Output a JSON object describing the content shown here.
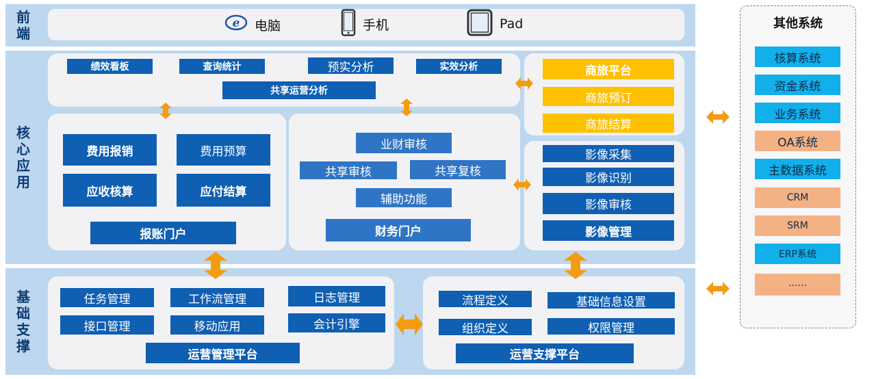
{
  "layers": {
    "front": {
      "label": [
        "前",
        "端"
      ]
    },
    "core": {
      "label": [
        "核",
        "心",
        "应",
        "用"
      ]
    },
    "base": {
      "label": [
        "基",
        "础",
        "支",
        "撑"
      ]
    }
  },
  "front": {
    "items": [
      {
        "icon": "ie-icon",
        "label": "电脑"
      },
      {
        "icon": "phone-icon",
        "label": "手机"
      },
      {
        "icon": "tablet-icon",
        "label": "Pad"
      }
    ]
  },
  "analysis": {
    "items": [
      "绩效看板",
      "查询统计",
      "预实分析",
      "实效分析"
    ],
    "shared": "共享运营分析"
  },
  "travel": {
    "title": "商旅平台",
    "items": [
      "商旅预订",
      "商旅结算"
    ]
  },
  "reimburse": {
    "items": [
      "费用报销",
      "费用预算",
      "应收核算",
      "应付结算"
    ],
    "portal": "报账门户"
  },
  "finance": {
    "items": [
      "业财审核",
      "共享审核",
      "共享复核",
      "辅助功能"
    ],
    "portal": "财务门户"
  },
  "image": {
    "items": [
      "影像采集",
      "影像识别",
      "影像审核"
    ],
    "title": "影像管理"
  },
  "ops_mgmt": {
    "items": [
      "任务管理",
      "工作流管理",
      "日志管理",
      "接口管理",
      "移动应用",
      "会计引擎"
    ],
    "title": "运营管理平台"
  },
  "ops_support": {
    "items": [
      "流程定义",
      "基础信息设置",
      "组织定义",
      "权限管理"
    ],
    "title": "运营支撑平台"
  },
  "other": {
    "title": "其他系统",
    "items": [
      "核算系统",
      "资金系统",
      "业务系统",
      "OA系统",
      "主数据系统",
      "CRM",
      "SRM",
      "ERP系统",
      "......"
    ]
  },
  "colors": {
    "band": "#bdd7ee",
    "dark_blue": "#0f5fb3",
    "mid_blue": "#2f75c5",
    "yellow": "#ffc000",
    "cyan": "#12b0ea",
    "peach": "#f4b183",
    "arrow": "#f39c12"
  }
}
